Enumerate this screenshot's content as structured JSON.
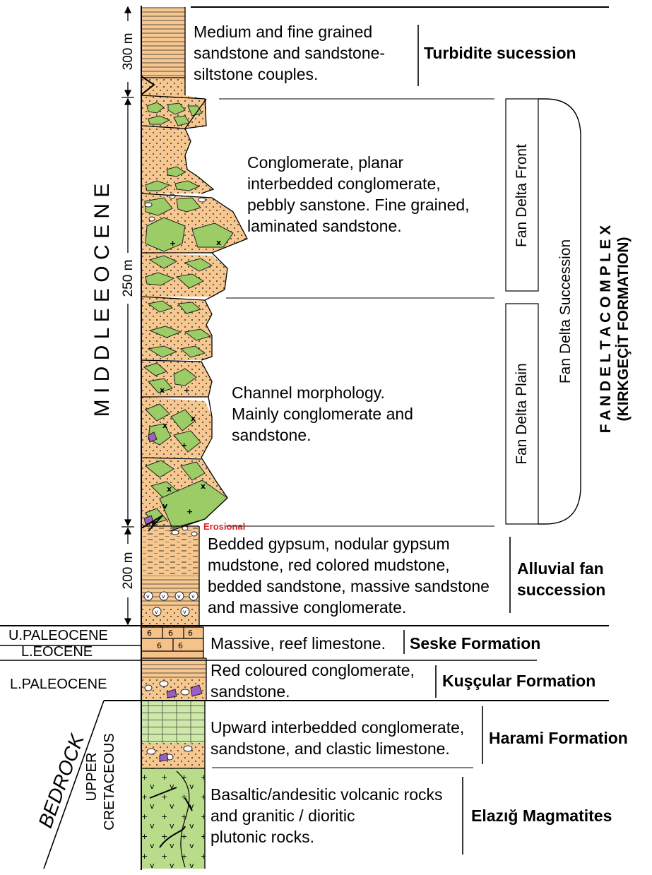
{
  "units": {
    "turbidite": {
      "description": [
        "Medium and fine grained",
        "sandstone and sandstone-",
        "siltstone couples."
      ],
      "name": "Turbidite sucession"
    },
    "fan_front": {
      "description": [
        "Conglomerate, planar",
        "interbedded conglomerate,",
        "pebbly sanstone. Fine grained,",
        "laminated sandstone."
      ],
      "label": "Fan Delta Front"
    },
    "fan_plain": {
      "description": [
        "Channel morphology.",
        "Mainly conglomerate and",
        "sandstone."
      ],
      "label": "Fan Delta Plain"
    },
    "fan_succession_label": "Fan Delta Succession",
    "fan_complex": {
      "line1": "F A N  D E L T A C O M P L E X",
      "line2": "(KIRKGEÇİT FORMATION)"
    },
    "erosional": "Erosional",
    "alluvial": {
      "description": [
        "Bedded gypsum, nodular gypsum",
        "mudstone, red colored mudstone,",
        "bedded sandstone, massive sandstone",
        "and massive conglomerate."
      ],
      "name": [
        "Alluvial fan",
        "succession"
      ]
    },
    "seske": {
      "description": "Massive, reef limestone.",
      "name": "Seske Formation"
    },
    "kuscular": {
      "description": [
        "Red coloured conglomerate,",
        "sandstone."
      ],
      "name": "Kuşçular Formation"
    },
    "harami": {
      "description": [
        "Upward interbedded conglomerate,",
        "sandstone, and clastic limestone."
      ],
      "name": "Harami Formation"
    },
    "elazig": {
      "description": [
        "Basaltic/andesitic volcanic rocks",
        "and granitic / dioritic",
        "plutonic rocks."
      ],
      "name": "Elazığ Magmatites"
    }
  },
  "ages": {
    "middle_eocene": "M  I  D  D  L  E     E  O  C  E  N  E",
    "u_paleocene": "U.PALEOCENE",
    "l_eocene": "L.EOCENE",
    "l_paleocene": "L.PALEOCENE",
    "upper_cretaceous": [
      "UPPER",
      "CRETACEOUS"
    ],
    "bedrock": "BEDROCK"
  },
  "thickness": {
    "t300": "300 m",
    "t250": "250 m",
    "t200": "200 m"
  },
  "colors": {
    "sand": "#f7c790",
    "green_clast": "#9ccc65",
    "purple_clast": "#9b5fc0",
    "limestone": "#f5c28a",
    "magmatic": "#b8dc8a",
    "harami": "#cde8a8"
  }
}
